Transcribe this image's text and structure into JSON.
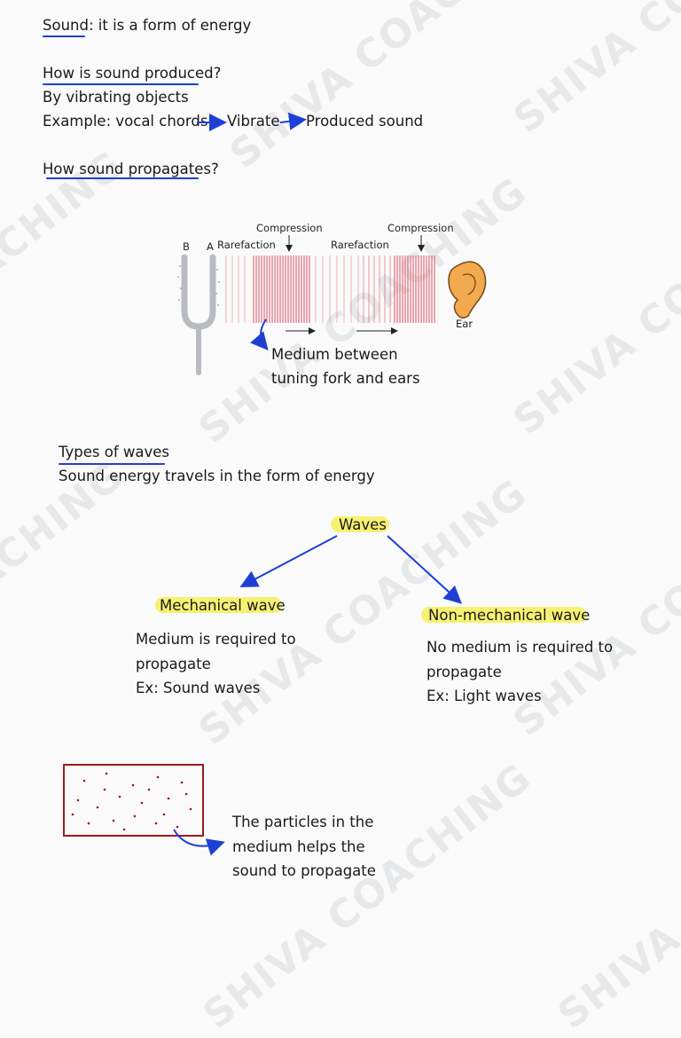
{
  "notes": {
    "line1_term": "Sound",
    "line1_rest": ": it is a form of energy",
    "q1": "How is sound produced",
    "q1_mark": "?",
    "a1": "By vibrating objects",
    "ex_prefix": "Example: vocal chords",
    "ex_mid": "Vibrate",
    "ex_end": "Produced sound",
    "q2": "How sound propagates",
    "q2_mark": "?"
  },
  "figure": {
    "compression_1": "Compression",
    "compression_2": "Compression",
    "rarefaction_1": "Rarefaction",
    "rarefaction_2": "Rarefaction",
    "label_b": "B",
    "label_a": "A",
    "ear": "Ear",
    "medium_line1": "Medium between",
    "medium_line2": "tuning fork and ears"
  },
  "types": {
    "heading": "Types of waves",
    "sub": "Sound energy travels in the form of energy",
    "root": "Waves",
    "left_title": "Mechanical wave",
    "left_l1": "Medium is required to",
    "left_l2": "propagate",
    "left_l3": "Ex: Sound waves",
    "right_title": "Non-mechanical wave",
    "right_l1": "No medium is required to",
    "right_l2": "propagate",
    "right_l3": "Ex: Light waves"
  },
  "particles": {
    "l1": "The particles in the",
    "l2": "medium helps the",
    "l3": "sound to propagate"
  },
  "watermark": "SHIVA COACHING",
  "colors": {
    "ink": "#1a1a1a",
    "pen_blue": "#1d3fd6",
    "highlight": "#f6ef5a",
    "wave_red": "#d9304a",
    "box_red": "#9b1c1c"
  }
}
